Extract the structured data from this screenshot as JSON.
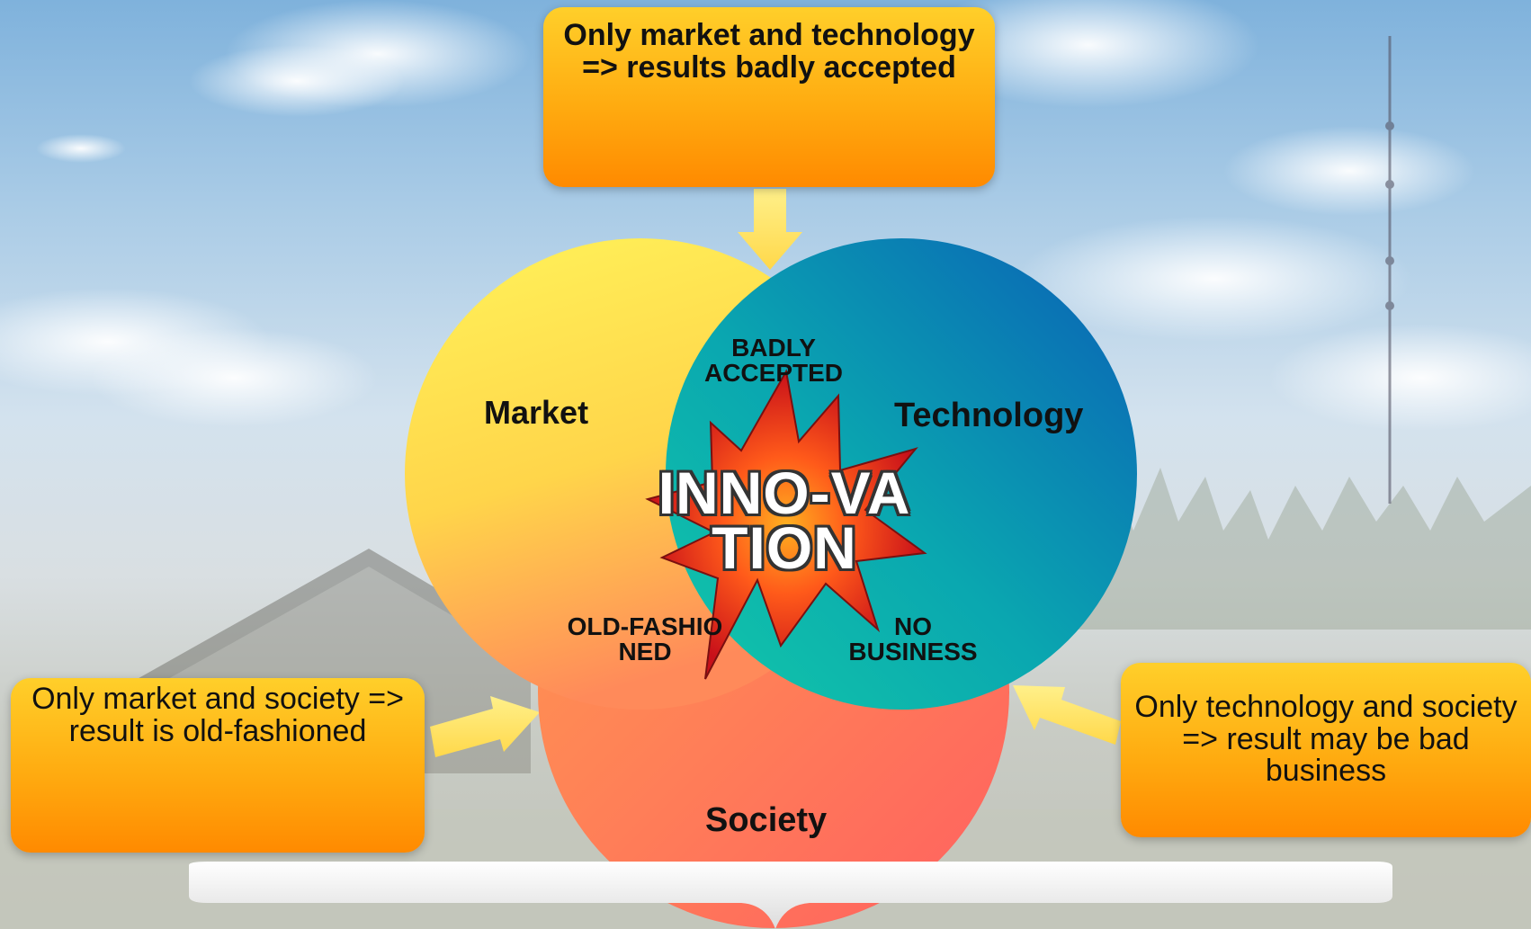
{
  "callouts": {
    "top": "Only market and technology => results badly accepted",
    "left": "Only market and society => result is old-fashioned",
    "right": "Only technology and society => result may be bad business"
  },
  "circles": {
    "market": "Market",
    "technology": "Technology",
    "society": "Society"
  },
  "intersections": {
    "market_technology": "BADLY ACCEPTED",
    "market_society": "OLD-FASHIONED",
    "technology_society": "NO BUSINESS"
  },
  "center": "INNO-VATION",
  "colors": {
    "market": "#ffe94a",
    "technology": "#0a6ab8",
    "society": "#ff6f5a",
    "callout": "#ffab10",
    "star": "#e0281a",
    "arrow": "#ffe36a"
  }
}
